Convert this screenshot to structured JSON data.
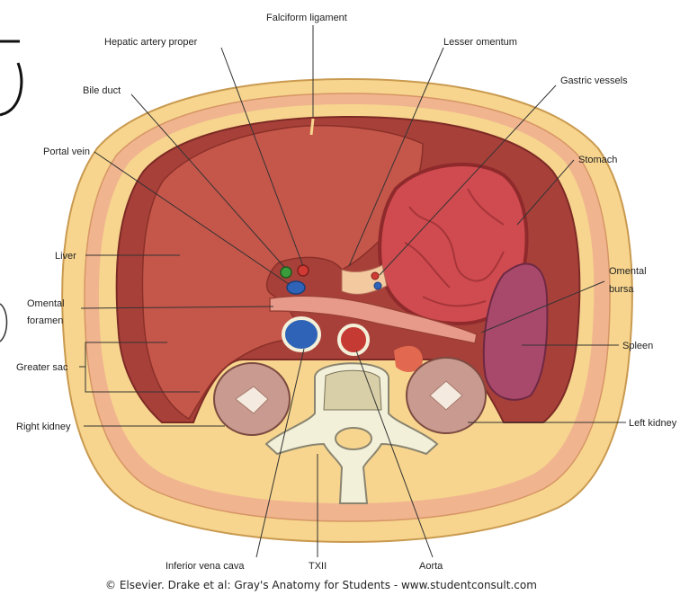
{
  "labels": {
    "falciform": "Falciform ligament",
    "hepatic_artery": "Hepatic artery proper",
    "lesser_omentum": "Lesser omentum",
    "bile_duct": "Bile duct",
    "gastric_vessels": "Gastric vessels",
    "portal_vein": "Portal vein",
    "stomach": "Stomach",
    "liver": "Liver",
    "omental_bursa_1": "Omental",
    "omental_bursa_2": "bursa",
    "omental_foramen_1": "Omental",
    "omental_foramen_2": "foramen",
    "spleen": "Spleen",
    "greater_sac": "Greater sac",
    "right_kidney": "Right kidney",
    "left_kidney": "Left kidney",
    "ivc": "Inferior vena cava",
    "txii": "TXII",
    "aorta": "Aorta"
  },
  "credit": "© Elsevier. Drake et al: Gray's Anatomy for Students - www.studentconsult.com",
  "colors": {
    "fat": "#f7d58e",
    "muscle": "#f0b58f",
    "peritoneum": "#9b3b33",
    "liver": "#c5564a",
    "stomach": "#d04b4f",
    "spleen": "#a8496b",
    "kidney": "#c89a90",
    "ivc": "#2f63b8",
    "aorta": "#c63a34",
    "bone": "#f3f0da"
  }
}
